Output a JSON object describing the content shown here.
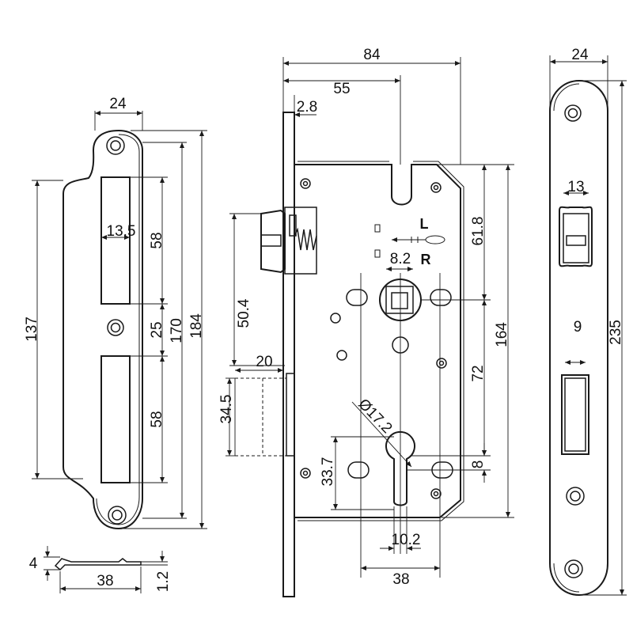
{
  "diagram": {
    "strike_plate": {
      "width": "24",
      "slot_offset": "13.5",
      "slot_top_height": "58",
      "slot_gap": "25",
      "slot_bottom_height": "58",
      "outer_span": "137",
      "inner_span": "170",
      "total_height": "184",
      "thickness": "4",
      "side_thickness": "1.2",
      "side_width": "38"
    },
    "lock_body": {
      "total_depth": "84",
      "backset": "55",
      "faceplate_thickness": "2.8",
      "follower_size": "8.2",
      "hand_left": "L",
      "hand_right": "R",
      "top_to_follower": "61.8",
      "body_height": "164",
      "latch_to_follower": "50.4",
      "bolt_throw": "20",
      "bolt_height": "34.5",
      "follower_to_cylinder": "72",
      "cylinder_diameter": "Ø17.2",
      "cylinder_offset_right": "8",
      "cylinder_offset_left": "33.7",
      "cylinder_width": "10.2",
      "hole_spacing": "38"
    },
    "faceplate": {
      "width": "24",
      "latch_width": "13",
      "bolt_width": "9",
      "total_height": "235"
    }
  }
}
